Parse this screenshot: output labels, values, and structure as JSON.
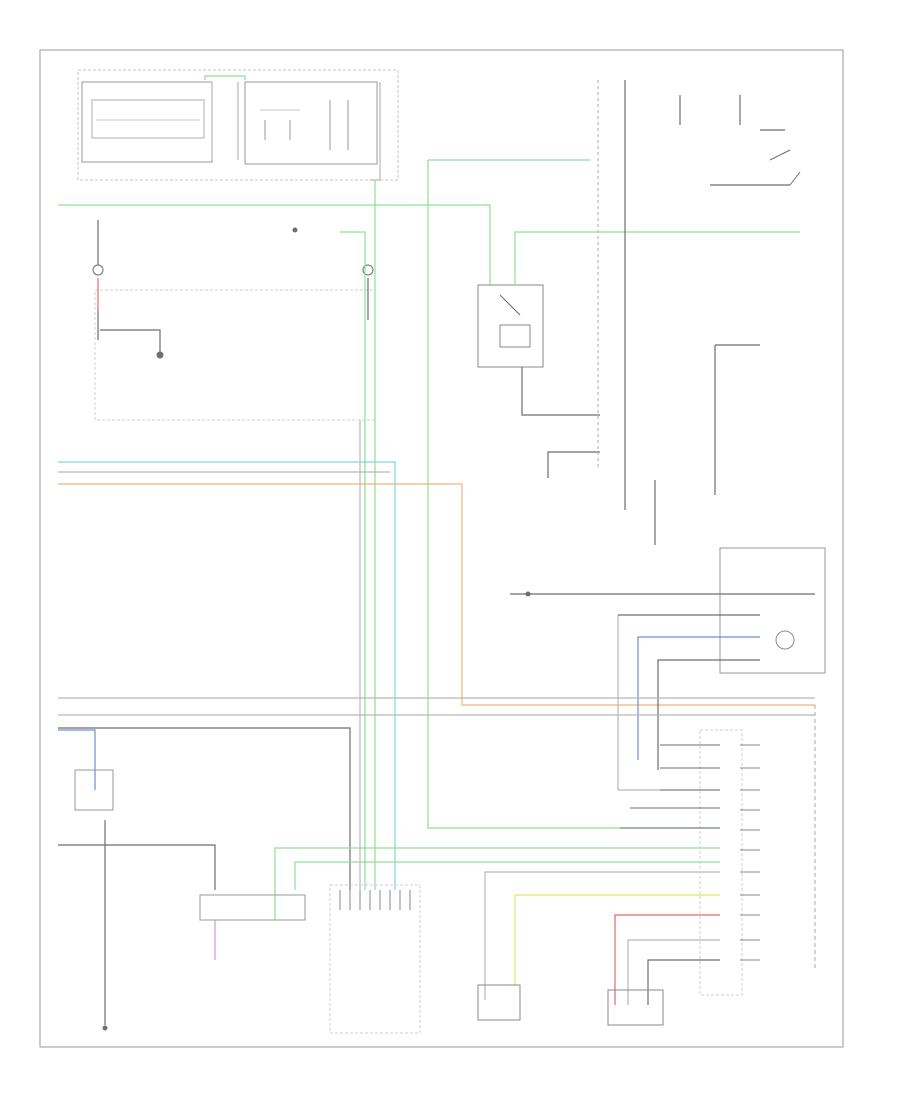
{
  "diagram": {
    "wire_colors": {
      "green": "#8ee08e",
      "cyan": "#7fd6e0",
      "orange": "#f4b27a",
      "blue": "#6f8ed8",
      "yellow": "#e8e070",
      "red": "#e06a6a",
      "pink": "#e090e0",
      "black": "#6e6e6e",
      "gray": "#b8b8b8"
    },
    "components": [
      {
        "id": "fuse-box-top-left",
        "icon": "fuse-block-icon"
      },
      {
        "id": "instrument-relay-box",
        "icon": "relay-box-icon"
      },
      {
        "id": "blower-motor",
        "icon": "motor-icon"
      },
      {
        "id": "blower-motor-right",
        "icon": "motor-icon"
      },
      {
        "id": "ac-compressor-clutch-relay",
        "icon": "relay-icon"
      },
      {
        "id": "ac-pressure-switch",
        "icon": "switch-icon"
      },
      {
        "id": "evaporator-temp-sensor",
        "icon": "sensor-icon"
      },
      {
        "id": "heater-control-panel",
        "icon": "connector-icon"
      },
      {
        "id": "engine-coolant-sensor",
        "icon": "sensor-icon"
      },
      {
        "id": "ac-refrigerant-sensor",
        "icon": "sensor-icon"
      },
      {
        "id": "climate-control-unit",
        "icon": "connector-icon"
      },
      {
        "id": "ground-point",
        "icon": "ground-icon"
      }
    ]
  }
}
